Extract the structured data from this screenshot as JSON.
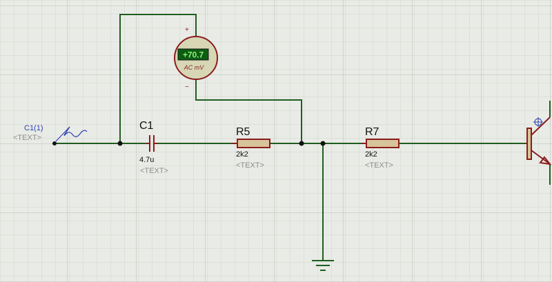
{
  "schematic": {
    "generator": {
      "name": "C1(1)",
      "text": "<TEXT>"
    },
    "voltmeter": {
      "reading": "+70.7",
      "mode": "AC mV",
      "plus": "+",
      "minus": "−"
    },
    "c1": {
      "ref": "C1",
      "value": "4.7u",
      "text": "<TEXT>"
    },
    "r5": {
      "ref": "R5",
      "value": "2k2",
      "text": "<TEXT>"
    },
    "r7": {
      "ref": "R7",
      "value": "2k2",
      "text": "<TEXT>"
    }
  },
  "colors": {
    "background": "#e9ebe6",
    "grid_minor": "#d3d6cf",
    "grid_major": "#b9bcb4",
    "wire": "#1f5d1f",
    "component": "#8a1c1c",
    "resistor_fill": "#d8c49a",
    "meter_fill": "#d7d7b6",
    "lcd_bg": "#0c5d12",
    "lcd_text": "#8ff07a",
    "probe": "#2d3fb0",
    "placeholder": "#8e8e8e",
    "label": "#111111"
  }
}
